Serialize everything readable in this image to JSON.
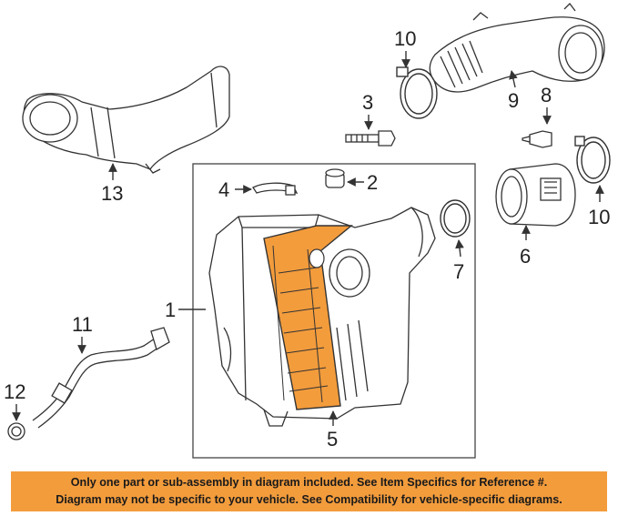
{
  "colors": {
    "highlight": "#f39c3c",
    "line": "#333333",
    "banner": "#f39c3c"
  },
  "callouts": {
    "c1": "1",
    "c2": "2",
    "c3": "3",
    "c4": "4",
    "c5": "5",
    "c6": "6",
    "c7": "7",
    "c8": "8",
    "c9": "9",
    "c10a": "10",
    "c10b": "10",
    "c11": "11",
    "c12": "12",
    "c13": "13"
  },
  "notice": {
    "line1": "Only one part or sub-assembly in diagram included. See Item Specifics for Reference #.",
    "line2": "Diagram may not be specific to your vehicle. See Compatibility for vehicle-specific diagrams."
  }
}
